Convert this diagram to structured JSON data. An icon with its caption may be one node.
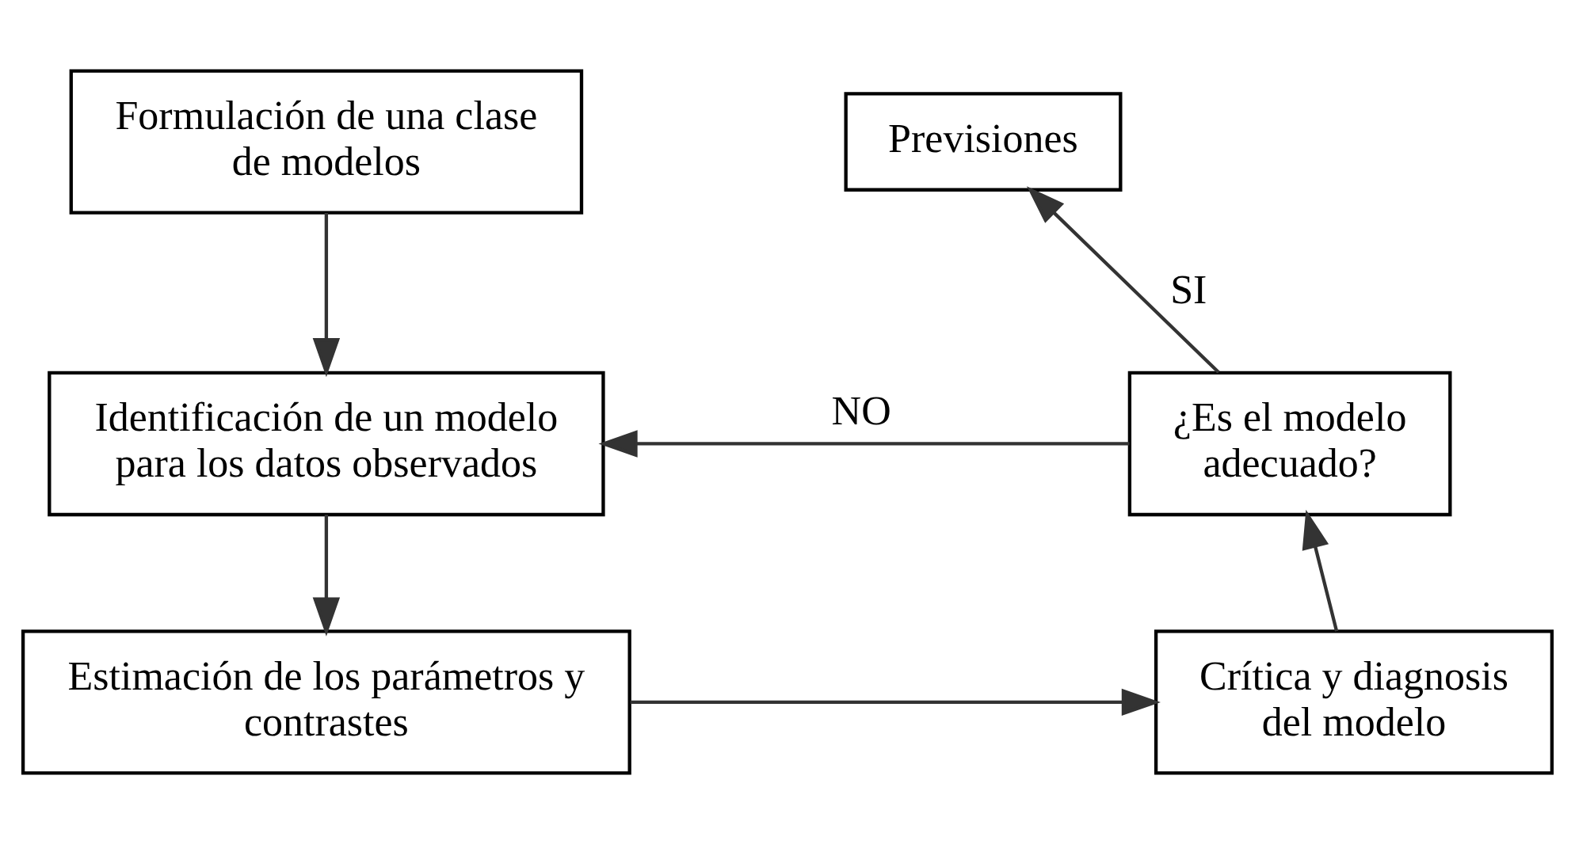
{
  "diagram": {
    "nodes": [
      {
        "text": [
          "Formulación de una clase de modelos"
        ]
      },
      {
        "text": [
          "Identificación de un modelo para los datos observados"
        ]
      },
      {
        "text": [
          "Estimación de los parámetros y contrastes"
        ]
      },
      {
        "text": [
          "Crítica y diagnosis del modelo"
        ]
      },
      {
        "text": [
          "¿Es el modelo adecuado?"
        ]
      },
      {
        "text": [
          "Previsiones"
        ]
      }
    ],
    "edges": [
      {
        "from": 0,
        "to": 1,
        "arrow": "to"
      },
      {
        "from": 1,
        "to": 2,
        "arrow": "to"
      },
      {
        "from": 2,
        "to": 3,
        "arrow": "to"
      },
      {
        "from": 3,
        "to": 4,
        "arrow": "to"
      },
      {
        "from": 4,
        "to": 5,
        "arrow": "to",
        "label": "SI"
      },
      {
        "from": 4,
        "to": 1,
        "arrow": "to",
        "label": "NO"
      }
    ]
  }
}
